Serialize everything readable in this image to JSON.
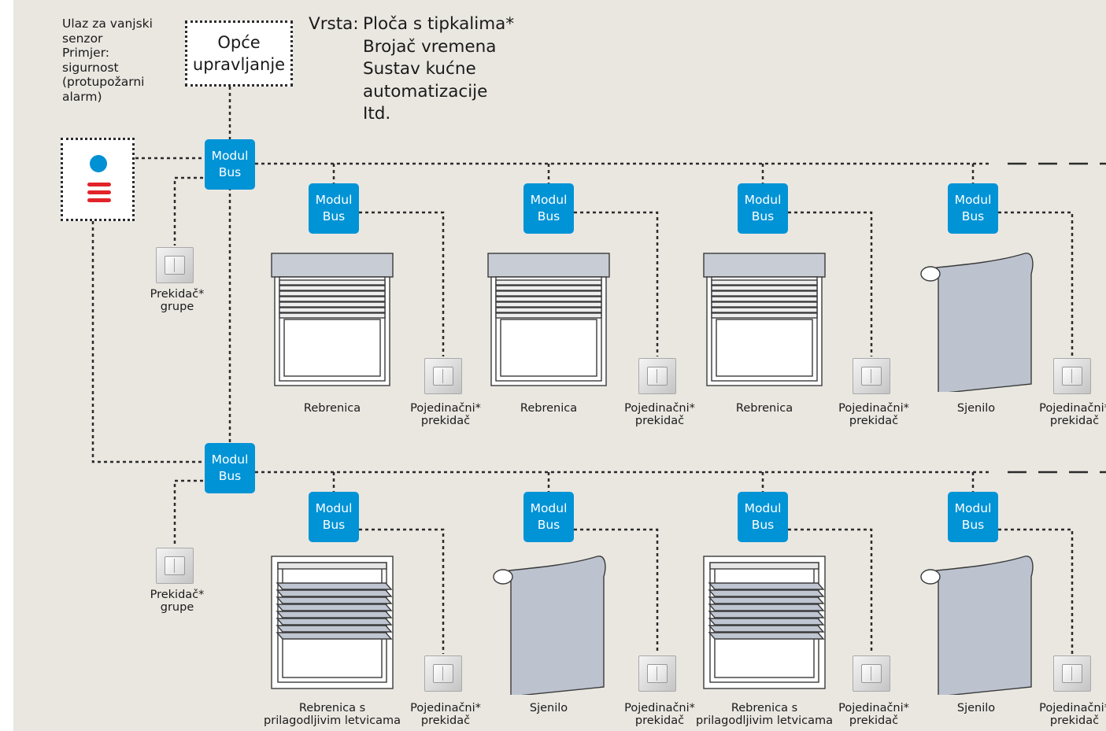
{
  "sensor_input": {
    "label": "Ulaz za vanjski\nsenzor\nPrimjer:\nsigurnost\n(protupožarni\nalarm)"
  },
  "general_control": {
    "label": "Opće\nupravljanje"
  },
  "control_types": {
    "prefix": "Vrsta:",
    "items": [
      "Ploča s tipkalima*",
      "Brojač vremena",
      "Sustav kućne",
      "automatizacije",
      "Itd."
    ]
  },
  "module": {
    "line1": "Modul",
    "line2": "Bus"
  },
  "group_switch_label": "Prekidač*\ngrupe",
  "single_switch_label": "Pojedinačni*\nprekidač",
  "colors": {
    "module_blue": "#0093d6",
    "sensor_dot": "#0090d4",
    "sensor_bars": "#e2232a",
    "background": "#eae7e1"
  },
  "rows": [
    {
      "devices": [
        {
          "type": "roller-shutter",
          "label": "Rebrenica"
        },
        {
          "type": "roller-shutter",
          "label": "Rebrenica"
        },
        {
          "type": "roller-shutter",
          "label": "Rebrenica"
        },
        {
          "type": "shade",
          "label": "Sjenilo"
        }
      ]
    },
    {
      "devices": [
        {
          "type": "venetian-blind",
          "label": "Rebrenica s\nprilagodljivim letvicama"
        },
        {
          "type": "shade",
          "label": "Sjenilo"
        },
        {
          "type": "venetian-blind",
          "label": "Rebrenica s\nprilagodljivim letvicama"
        },
        {
          "type": "shade",
          "label": "Sjenilo"
        }
      ]
    }
  ]
}
